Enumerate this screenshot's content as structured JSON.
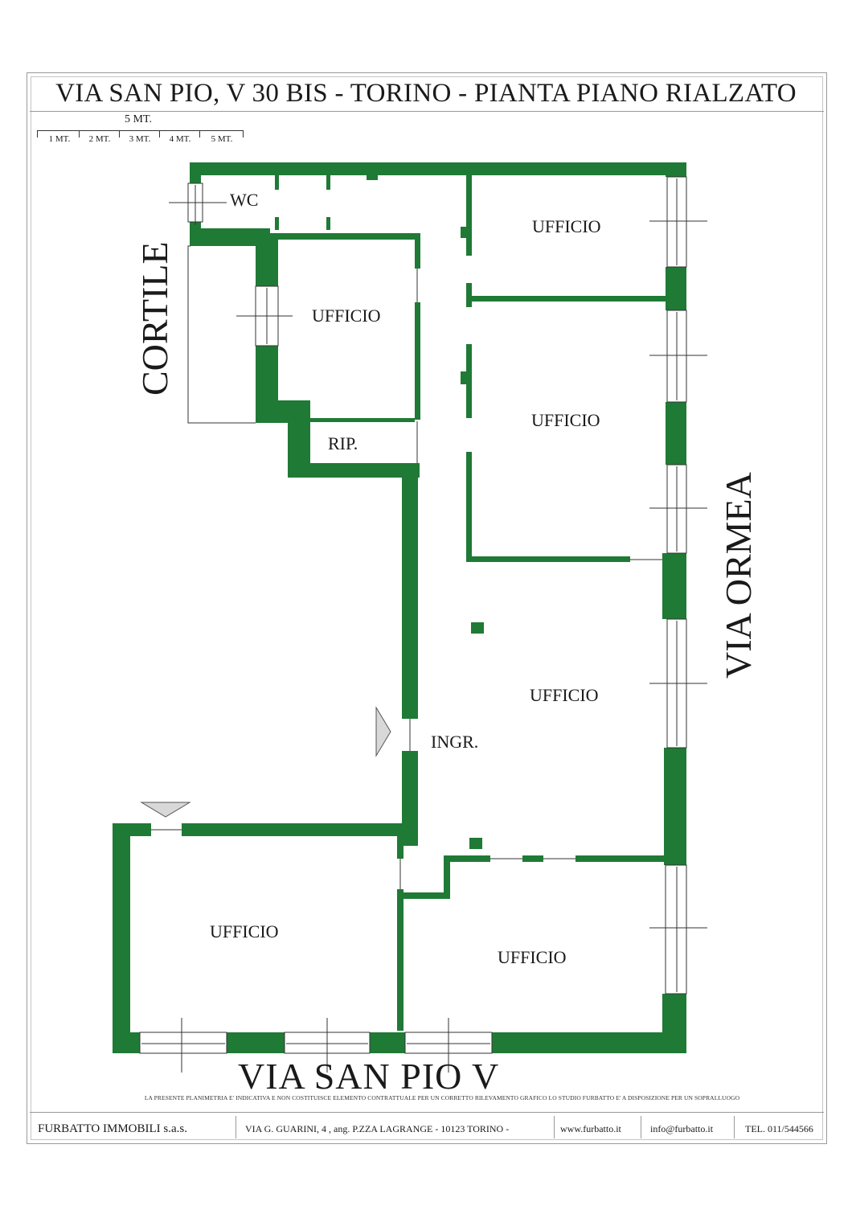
{
  "title": "VIA SAN PIO, V 30 BIS - TORINO - PIANTA PIANO RIALZATO",
  "scale": {
    "total": "5 MT.",
    "segments": [
      "1 MT.",
      "2 MT.",
      "3 MT.",
      "4 MT.",
      "5 MT."
    ]
  },
  "rooms": {
    "wc": "WC",
    "ufficio_top_right": "UFFICIO",
    "ufficio_left": "UFFICIO",
    "ufficio_right_mid": "UFFICIO",
    "rip": "RIP.",
    "ufficio_center": "UFFICIO",
    "ingr": "INGR.",
    "ufficio_bottom_left": "UFFICIO",
    "ufficio_bottom_right": "UFFICIO"
  },
  "streets": {
    "cortile": "CORTILE",
    "via_ormea": "VIA ORMEA",
    "via_san_pio": "VIA SAN PIO V"
  },
  "disclaimer": "LA PRESENTE PLANIMETRIA E' INDICATIVA E NON COSTITUISCE ELEMENTO CONTRATTUALE PER UN CORRETTO RILEVAMENTO GRAFICO LO STUDIO FURBATTO E' A DISPOSIZIONE PER UN SOPRALLUOGO",
  "footer": {
    "company": "FURBATTO IMMOBILI s.a.s.",
    "address": "VIA G. GUARINI, 4 , ang. P.ZZA LAGRANGE - 10123 TORINO -",
    "website": "www.furbatto.it",
    "email": "info@furbatto.it",
    "phone": "TEL. 011/544566"
  },
  "colors": {
    "wall": "#1f7a35",
    "line": "#333333"
  }
}
